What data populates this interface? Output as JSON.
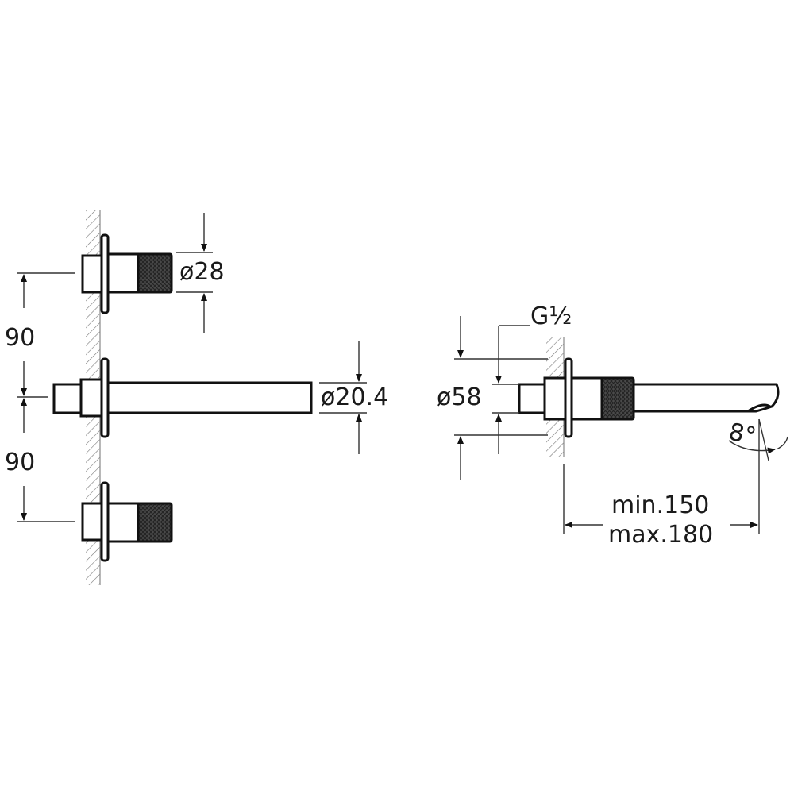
{
  "drawing": {
    "handle_diameter": "ø28",
    "spout_diameter": "ø20.4",
    "flange_diameter": "ø58",
    "thread": "G½",
    "spacing_upper": "90",
    "spacing_lower": "90",
    "angle": "8°",
    "projection_min": "min.150",
    "projection_max": "max.180"
  }
}
